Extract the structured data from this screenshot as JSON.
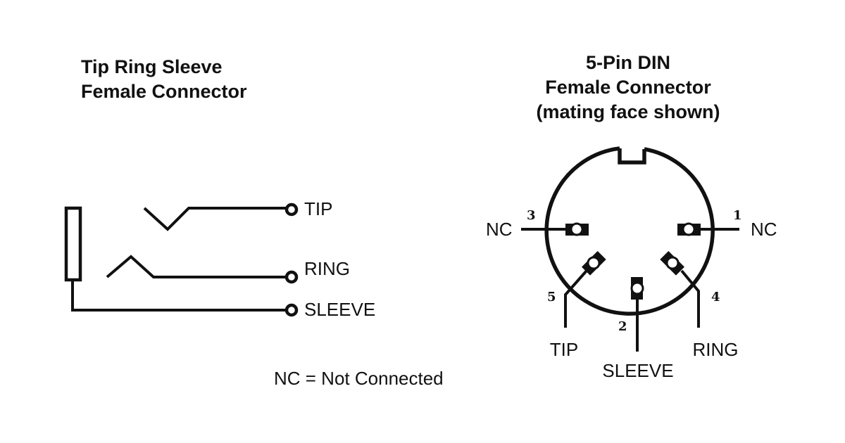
{
  "trs": {
    "title_line1": "Tip Ring Sleeve",
    "title_line2": "Female Connector",
    "labels": {
      "tip": "TIP",
      "ring": "RING",
      "sleeve": "SLEEVE"
    }
  },
  "din": {
    "title_line1": "5-Pin DIN",
    "title_line2": "Female Connector",
    "title_line3": "(mating face shown)",
    "pins": {
      "p1": {
        "number": "1",
        "label": "NC"
      },
      "p2": {
        "number": "2",
        "label": "SLEEVE"
      },
      "p3": {
        "number": "3",
        "label": "NC"
      },
      "p4": {
        "number": "4",
        "label": "RING"
      },
      "p5": {
        "number": "5",
        "label": "TIP"
      }
    }
  },
  "legend": "NC = Not Connected"
}
